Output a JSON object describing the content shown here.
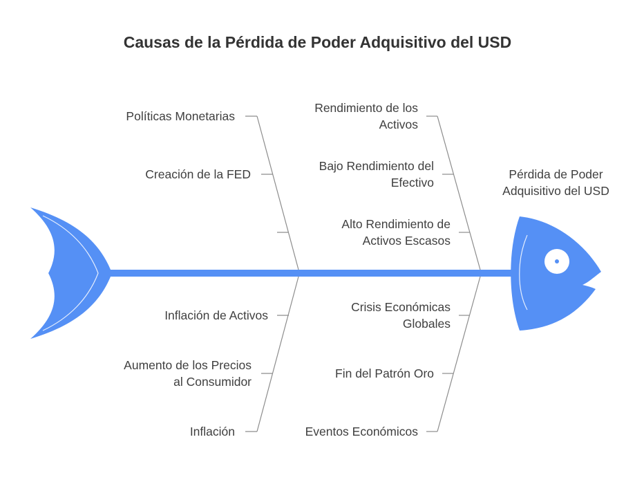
{
  "title": "Causas de la Pérdida de Poder Adquisitivo del USD",
  "head_label": "Pérdida de Poder\nAdquisitivo del USD",
  "causes": {
    "upper_left": [
      "Políticas Monetarias",
      "Creación de la FED",
      ""
    ],
    "upper_right": [
      "Rendimiento de los\nActivos",
      "Bajo Rendimiento del\nEfectivo",
      "Alto Rendimiento de\nActivos Escasos"
    ],
    "lower_left": [
      "Inflación de Activos",
      "Aumento de los Precios\nal Consumidor",
      "Inflación"
    ],
    "lower_right": [
      "Crisis Económicas\nGlobales",
      "Fin del Patrón Oro",
      "Eventos Económicos"
    ]
  },
  "colors": {
    "fish": "#5590f5",
    "line": "#8c8c8c",
    "text": "#3f3f3f",
    "eye": "#ffffff"
  }
}
